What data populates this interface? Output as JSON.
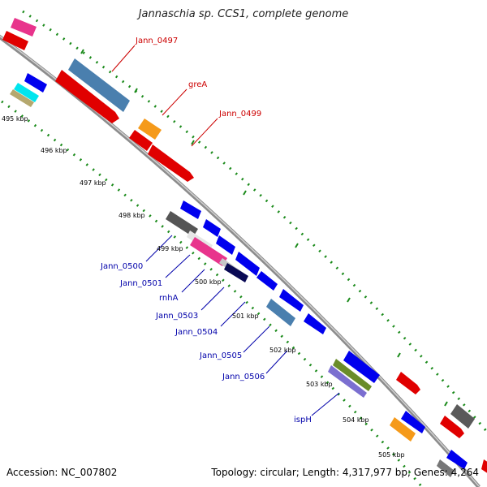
{
  "title": "Jannaschia sp. CCS1, complete genome",
  "accession": "Accession: NC_007802",
  "topology": "Topology: circular; Length: 4,317,977 bp; Genes: 4,264",
  "ticks": [
    "495 kbp",
    "496 kbp",
    "497 kbp",
    "498 kbp",
    "499 kbp",
    "500 kbp",
    "501 kbp",
    "502 kbp",
    "503 kbp",
    "504 kbp",
    "505 kbp"
  ],
  "upper_labels": [
    "Jann_0497",
    "greA",
    "Jann_0499"
  ],
  "lower_labels": [
    "Jann_0500",
    "Jann_0501",
    "rnhA",
    "Jann_0503",
    "Jann_0504",
    "Jann_0505",
    "Jann_0506",
    "ispH"
  ],
  "colors": {
    "upper_label": "#cc0000",
    "lower_label": "#0000aa",
    "ring": "#8a8a8a",
    "dots": "#1a8a1a"
  }
}
